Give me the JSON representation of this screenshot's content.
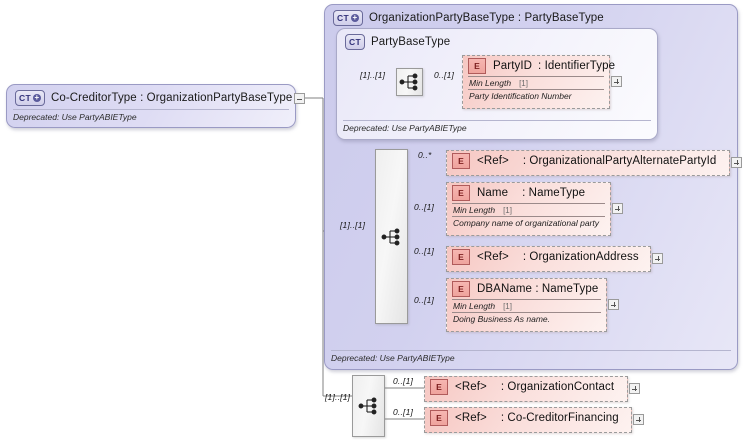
{
  "diagram": {
    "title": "Co-CreditorType XSD structure diagram",
    "kind": "xml-schema-diagram",
    "colors": {
      "complex_type_fill": "#d2d1ef",
      "complex_type_border": "#9a9ac4",
      "element_fill": "#f6c7c2",
      "element_border": "#9b9b9b",
      "element_badge": "#efa39d",
      "compositor_fill": "#efefef",
      "wire": "#808080"
    },
    "root": {
      "badge": "CT",
      "badge_expander": "+",
      "title": "Co-CreditorType : OrganizationPartyBaseType",
      "annotation": "Deprecated: Use PartyABIEType",
      "toggle": "minus"
    },
    "base_type": {
      "badge": "CT",
      "badge_expander": "+",
      "title": "OrganizationPartyBaseType : PartyBaseType",
      "annotation": "Deprecated: Use PartyABIEType"
    },
    "party_base_type": {
      "badge": "CT",
      "title": "PartyBaseType",
      "annotation": "Deprecated: Use PartyABIEType",
      "sequence_cardinality": "[1]..[1]",
      "elements": [
        {
          "badge": "E",
          "name": "PartyID",
          "type": ": IdentifierType",
          "cardinality": "0..[1]",
          "facet_label": "Min Length",
          "facet_occurrence": "[1]",
          "documentation": "Party Identification Number",
          "expander": "+"
        }
      ]
    },
    "org_sequence": {
      "cardinality": "[1]..[1]",
      "elements": [
        {
          "badge": "E",
          "name": "<Ref>",
          "type": ": OrganizationalPartyAlternatePartyId",
          "cardinality": "0..*",
          "facet_label": null,
          "facet_occurrence": null,
          "documentation": null,
          "expander": "+"
        },
        {
          "badge": "E",
          "name": "Name",
          "type": ": NameType",
          "cardinality": "0..[1]",
          "facet_label": "Min Length",
          "facet_occurrence": "[1]",
          "documentation": "Company name of organizational party",
          "expander": "+"
        },
        {
          "badge": "E",
          "name": "<Ref>",
          "type": ": OrganizationAddress",
          "cardinality": "0..[1]",
          "facet_label": null,
          "facet_occurrence": null,
          "documentation": null,
          "expander": "+"
        },
        {
          "badge": "E",
          "name": "DBAName : NameType",
          "type": "",
          "cardinality": "0..[1]",
          "facet_label": "Min Length",
          "facet_occurrence": "[1]",
          "documentation": "Doing Business As name.",
          "expander": "+"
        }
      ]
    },
    "co_creditor_sequence": {
      "cardinality": "[1]..[1]",
      "elements": [
        {
          "badge": "E",
          "name": "<Ref>",
          "type": ": OrganizationContact",
          "cardinality": "0..[1]",
          "expander": "+"
        },
        {
          "badge": "E",
          "name": "<Ref>",
          "type": ": Co-CreditorFinancing",
          "cardinality": "0..[1]",
          "expander": "+"
        }
      ]
    }
  }
}
